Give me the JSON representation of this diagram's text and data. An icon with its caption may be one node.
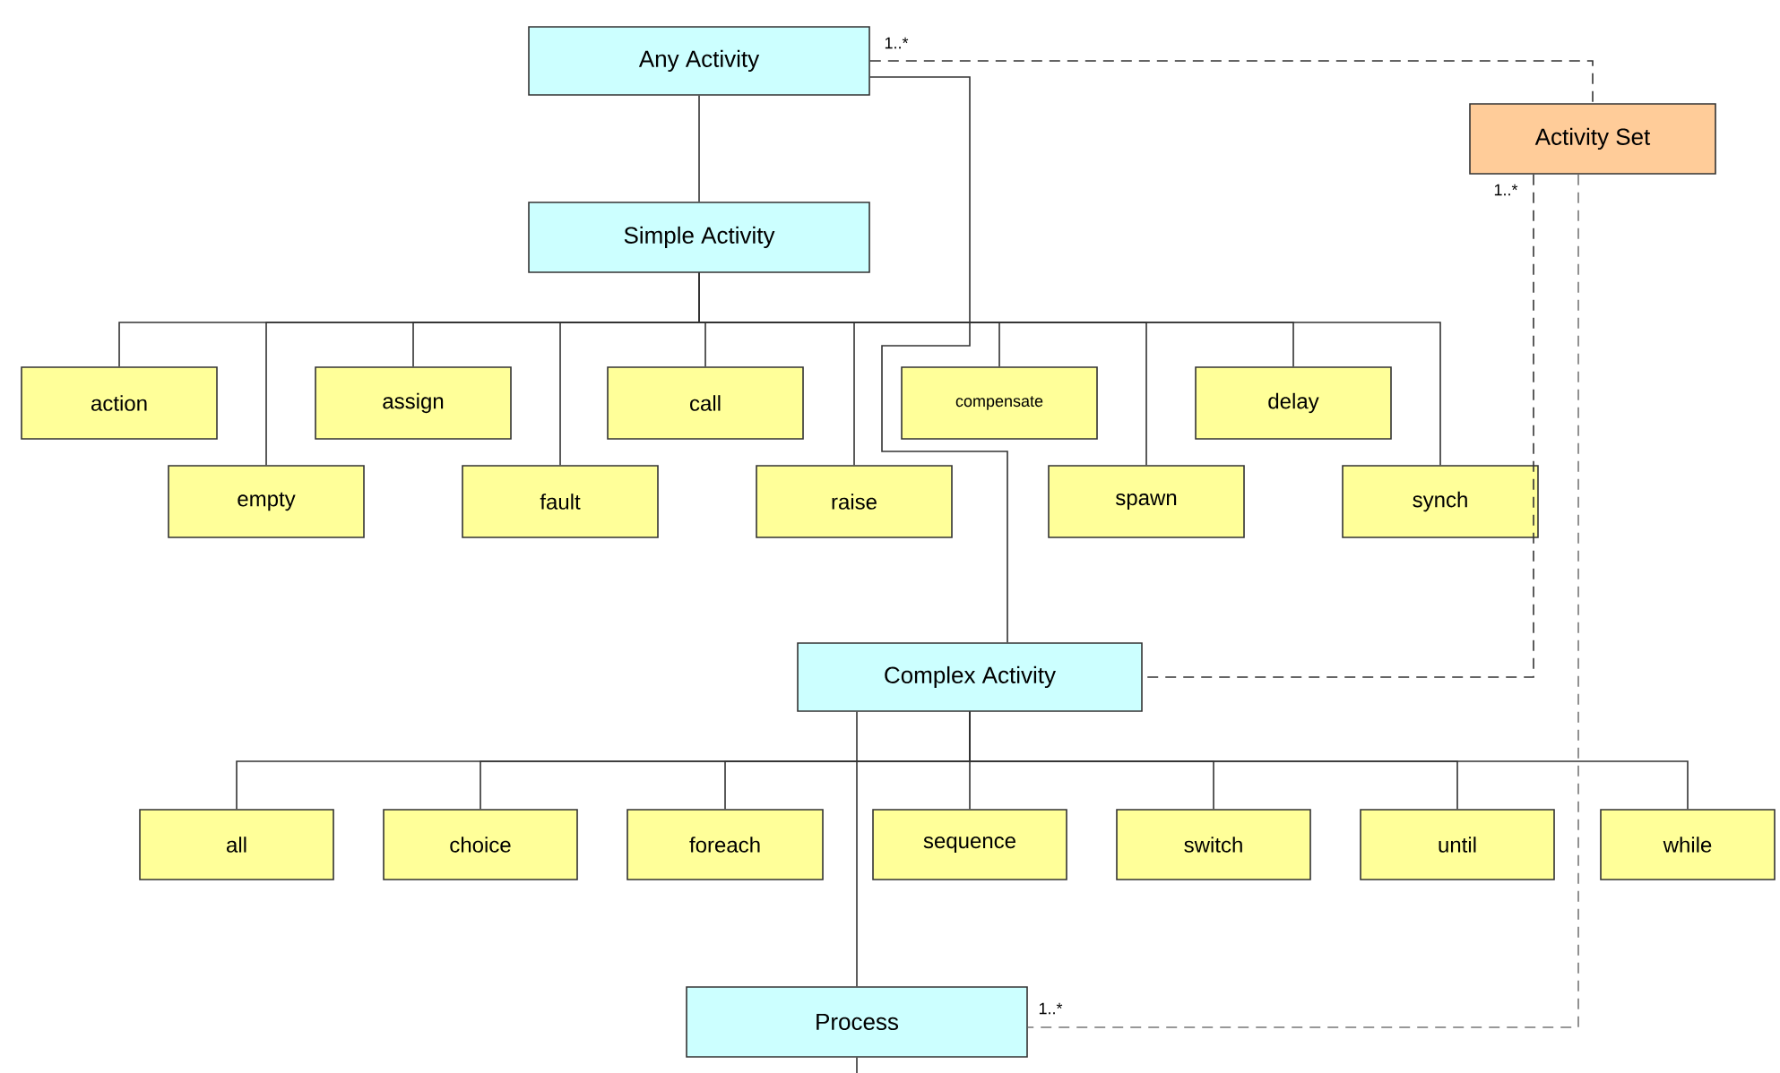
{
  "diagram": {
    "nodes": [
      {
        "text": [
          "Any Activity"
        ]
      },
      {
        "text": [
          "Activity Set"
        ]
      },
      {
        "text": [
          "Simple Activity"
        ]
      },
      {
        "text": [
          "action"
        ]
      },
      {
        "text": [
          "empty"
        ]
      },
      {
        "text": [
          "assign"
        ]
      },
      {
        "text": [
          "fault"
        ]
      },
      {
        "text": [
          "call"
        ]
      },
      {
        "text": [
          "raise"
        ]
      },
      {
        "text": [
          "compensate"
        ]
      },
      {
        "text": [
          "spawn"
        ]
      },
      {
        "text": [
          "delay"
        ]
      },
      {
        "text": [
          "synch"
        ]
      },
      {
        "text": [
          "Complex Activity"
        ]
      },
      {
        "text": [
          "all"
        ]
      },
      {
        "text": [
          "choice"
        ]
      },
      {
        "text": [
          "foreach"
        ]
      },
      {
        "text": [
          "sequence"
        ]
      },
      {
        "text": [
          "switch"
        ]
      },
      {
        "text": [
          "until"
        ]
      },
      {
        "text": [
          "while"
        ]
      },
      {
        "text": [
          "Process"
        ]
      }
    ],
    "edges": [
      {
        "from": 0,
        "to": 2,
        "arrow": "none"
      },
      {
        "from": 2,
        "to": 3,
        "arrow": "none"
      },
      {
        "from": 2,
        "to": 4,
        "arrow": "none"
      },
      {
        "from": 2,
        "to": 5,
        "arrow": "none"
      },
      {
        "from": 2,
        "to": 6,
        "arrow": "none"
      },
      {
        "from": 2,
        "to": 7,
        "arrow": "none"
      },
      {
        "from": 2,
        "to": 8,
        "arrow": "none"
      },
      {
        "from": 2,
        "to": 9,
        "arrow": "none"
      },
      {
        "from": 2,
        "to": 10,
        "arrow": "none"
      },
      {
        "from": 2,
        "to": 11,
        "arrow": "none"
      },
      {
        "from": 2,
        "to": 12,
        "arrow": "none"
      },
      {
        "from": 0,
        "to": 13,
        "arrow": "none"
      },
      {
        "from": 13,
        "to": 14,
        "arrow": "none"
      },
      {
        "from": 13,
        "to": 15,
        "arrow": "none"
      },
      {
        "from": 13,
        "to": 16,
        "arrow": "none"
      },
      {
        "from": 13,
        "to": 17,
        "arrow": "none"
      },
      {
        "from": 13,
        "to": 18,
        "arrow": "none"
      },
      {
        "from": 13,
        "to": 19,
        "arrow": "none"
      },
      {
        "from": 13,
        "to": 20,
        "arrow": "none"
      },
      {
        "from": 13,
        "to": 21,
        "arrow": "none"
      },
      {
        "from": 21,
        "to": null,
        "arrow": "none"
      },
      {
        "from": 0,
        "to": 1,
        "arrow": "none",
        "label": "1..*",
        "style": "dashed"
      },
      {
        "from": 1,
        "to": 13,
        "arrow": "none",
        "label": "1..*",
        "style": "dashed"
      },
      {
        "from": 1,
        "to": 21,
        "arrow": "none",
        "label": "1..*",
        "style": "dashed",
        "color": "#777777"
      }
    ]
  }
}
